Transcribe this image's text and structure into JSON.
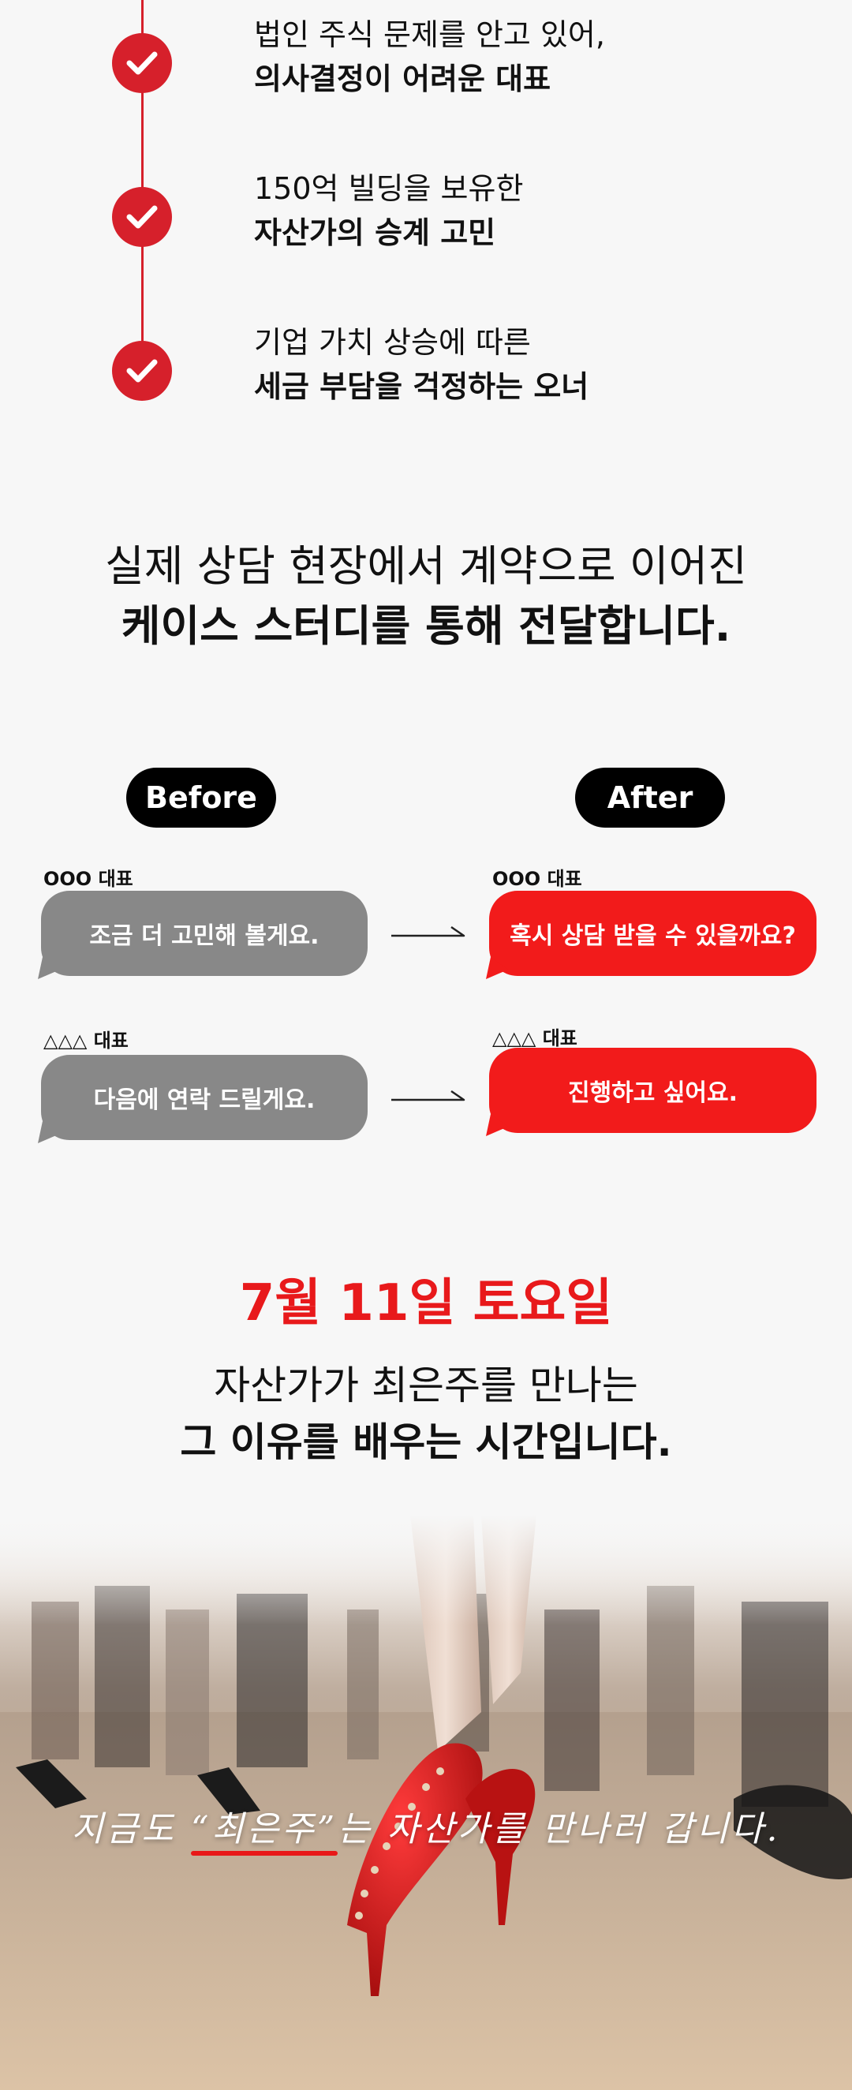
{
  "timeline": {
    "items": [
      {
        "line1": "법인 주식 문제를 안고 있어,",
        "line2": "의사결정이 어려운 대표"
      },
      {
        "line1": "150억 빌딩을 보유한",
        "line2": "자산가의 승계 고민"
      },
      {
        "line1": "기업 가치 상승에 따른",
        "line2": "세금 부담을 걱정하는 오너"
      }
    ]
  },
  "heading": {
    "line1": "실제 상담 현장에서 계약으로 이어진",
    "line2": "케이스 스터디를 통해 전달합니다."
  },
  "comparison": {
    "before_label": "Before",
    "after_label": "After",
    "rows": [
      {
        "before_speaker": "OOO 대표",
        "before_text": "조금 더 고민해 볼게요.",
        "after_speaker": "OOO 대표",
        "after_text": "혹시 상담 받을 수 있을까요?"
      },
      {
        "before_speaker": "△△△ 대표",
        "before_text": "다음에 연락 드릴게요.",
        "after_speaker": "△△△ 대표",
        "after_text": "진행하고 싶어요."
      }
    ]
  },
  "event": {
    "date": "7월 11일 토요일",
    "line1": "자산가가 최은주를 만나는",
    "line2": "그 이유를 배우는 시간입니다."
  },
  "photo": {
    "caption_prefix": "지금도 ",
    "caption_highlight": "“최은주”",
    "caption_suffix": "는 자산가를 만나러 갑니다."
  },
  "colors": {
    "accent_red": "#d6202b",
    "bubble_red": "#f21b1b",
    "bubble_gray": "#888888",
    "date_red": "#e8191b"
  }
}
